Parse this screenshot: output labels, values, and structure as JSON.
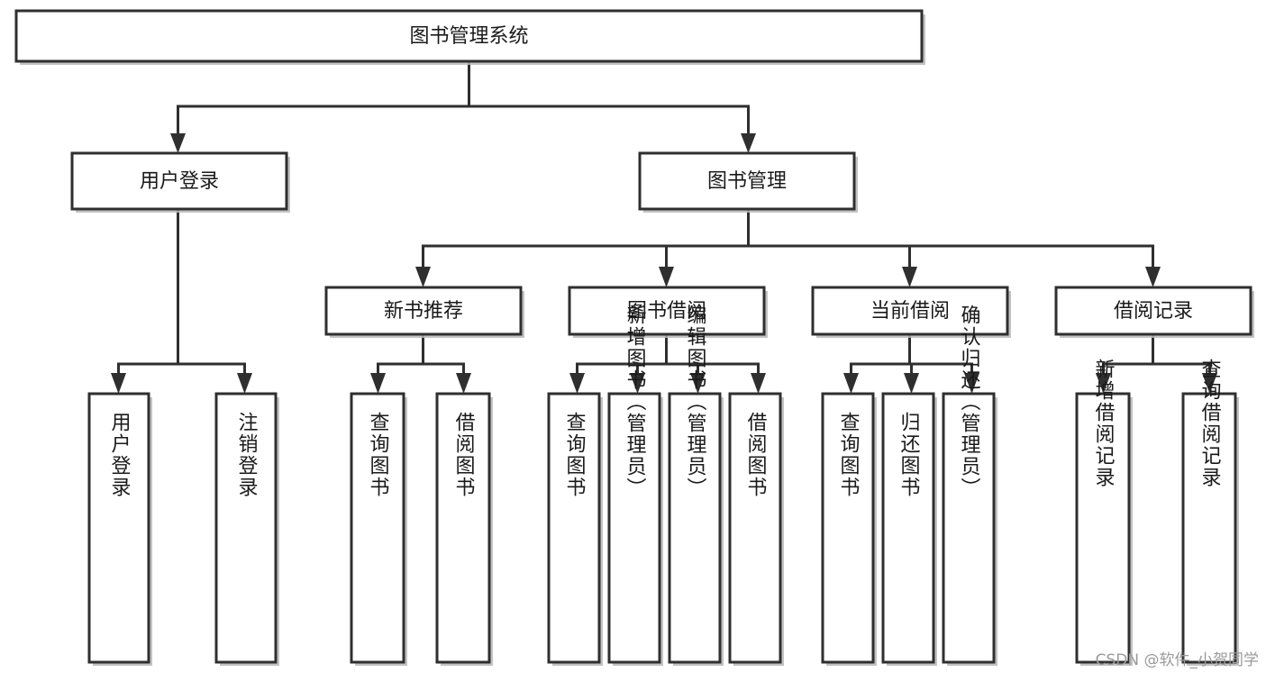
{
  "diagram": {
    "type": "tree-hierarchy-chart",
    "title": "图书管理系统",
    "watermark": "CSDN @软件_小贺同学",
    "colors": {
      "stroke": "#2f2f2f",
      "fill": "#ffffff",
      "text": "#1a1a1a",
      "shadow": "#b8b8b8",
      "watermark": "#9a9a9a"
    },
    "levels": {
      "root": {
        "label": "图书管理系统"
      },
      "level1": [
        {
          "id": "user-login",
          "label": "用户登录"
        },
        {
          "id": "book-manage",
          "label": "图书管理"
        }
      ],
      "level2": [
        {
          "id": "new-book-recommend",
          "label": "新书推荐",
          "parent": "book-manage"
        },
        {
          "id": "book-borrow",
          "label": "图书借阅",
          "parent": "book-manage"
        },
        {
          "id": "current-borrow",
          "label": "当前借阅",
          "parent": "book-manage"
        },
        {
          "id": "borrow-record",
          "label": "借阅记录",
          "parent": "book-manage"
        }
      ],
      "leaves": [
        {
          "id": "leaf-user-login",
          "label": "用户登录",
          "parent": "user-login"
        },
        {
          "id": "leaf-logout",
          "label": "注销登录",
          "parent": "user-login"
        },
        {
          "id": "leaf-query-book-1",
          "label": "查询图书",
          "parent": "new-book-recommend"
        },
        {
          "id": "leaf-borrow-book-1",
          "label": "借阅图书",
          "parent": "new-book-recommend"
        },
        {
          "id": "leaf-query-book-2",
          "label": "查询图书",
          "parent": "book-borrow"
        },
        {
          "id": "leaf-add-book",
          "label": "新增图书（管理员）",
          "parent": "book-borrow"
        },
        {
          "id": "leaf-edit-book",
          "label": "编辑图书（管理员）",
          "parent": "book-borrow"
        },
        {
          "id": "leaf-borrow-book-2",
          "label": "借阅图书",
          "parent": "book-borrow"
        },
        {
          "id": "leaf-query-book-3",
          "label": "查询图书",
          "parent": "current-borrow"
        },
        {
          "id": "leaf-return-book",
          "label": "归还图书",
          "parent": "current-borrow"
        },
        {
          "id": "leaf-confirm-return",
          "label": "确认归还（管理员）",
          "parent": "current-borrow"
        },
        {
          "id": "leaf-add-record",
          "label": "新增借阅记录",
          "parent": "borrow-record"
        },
        {
          "id": "leaf-query-record",
          "label": "查询借阅记录",
          "parent": "borrow-record"
        }
      ]
    }
  }
}
